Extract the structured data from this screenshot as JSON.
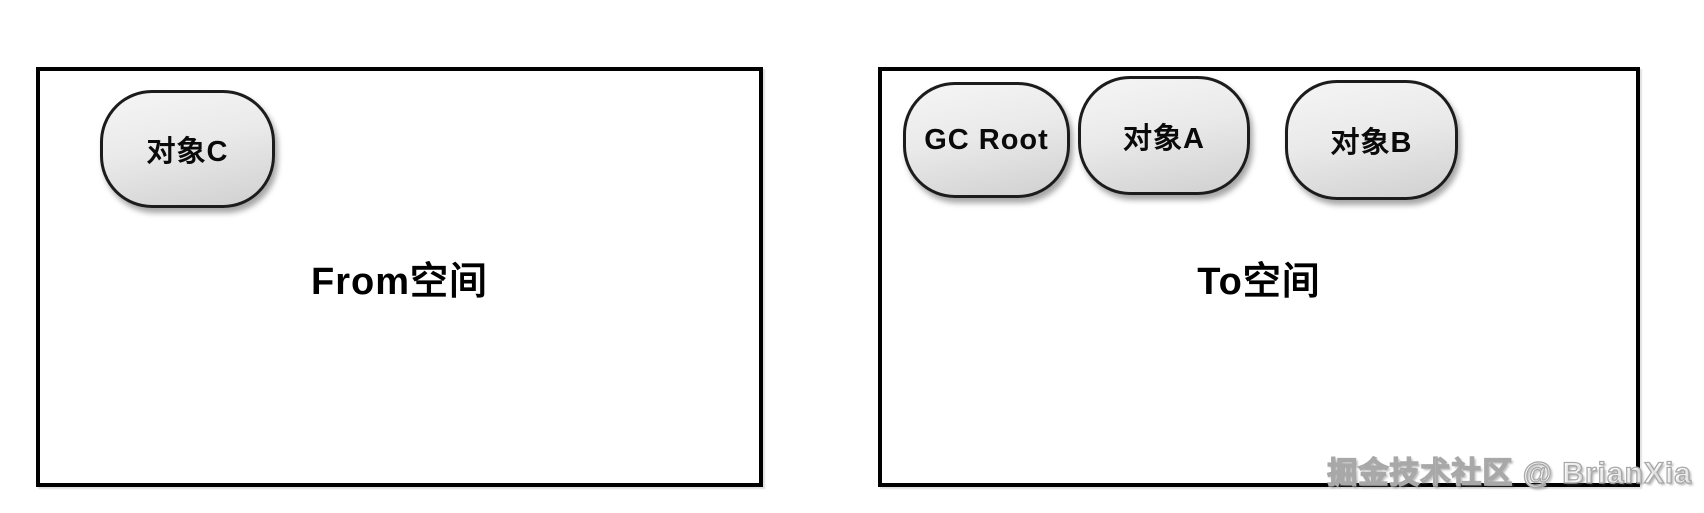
{
  "from_space": {
    "title": "From空间",
    "objects": [
      {
        "label": "对象C"
      }
    ]
  },
  "to_space": {
    "title": "To空间",
    "objects": [
      {
        "label": "GC Root"
      },
      {
        "label": "对象A"
      },
      {
        "label": "对象B"
      }
    ]
  },
  "watermark": "掘金技术社区 @ BrianXia",
  "colors": {
    "background": "#ffffff",
    "box_border": "#000000",
    "node_border": "#1c1c1c",
    "node_fill_light": "#f5f5f5",
    "node_fill_dark": "#d0d0d0",
    "title_text": "#000000",
    "watermark_gray": "#a8a8a8"
  }
}
